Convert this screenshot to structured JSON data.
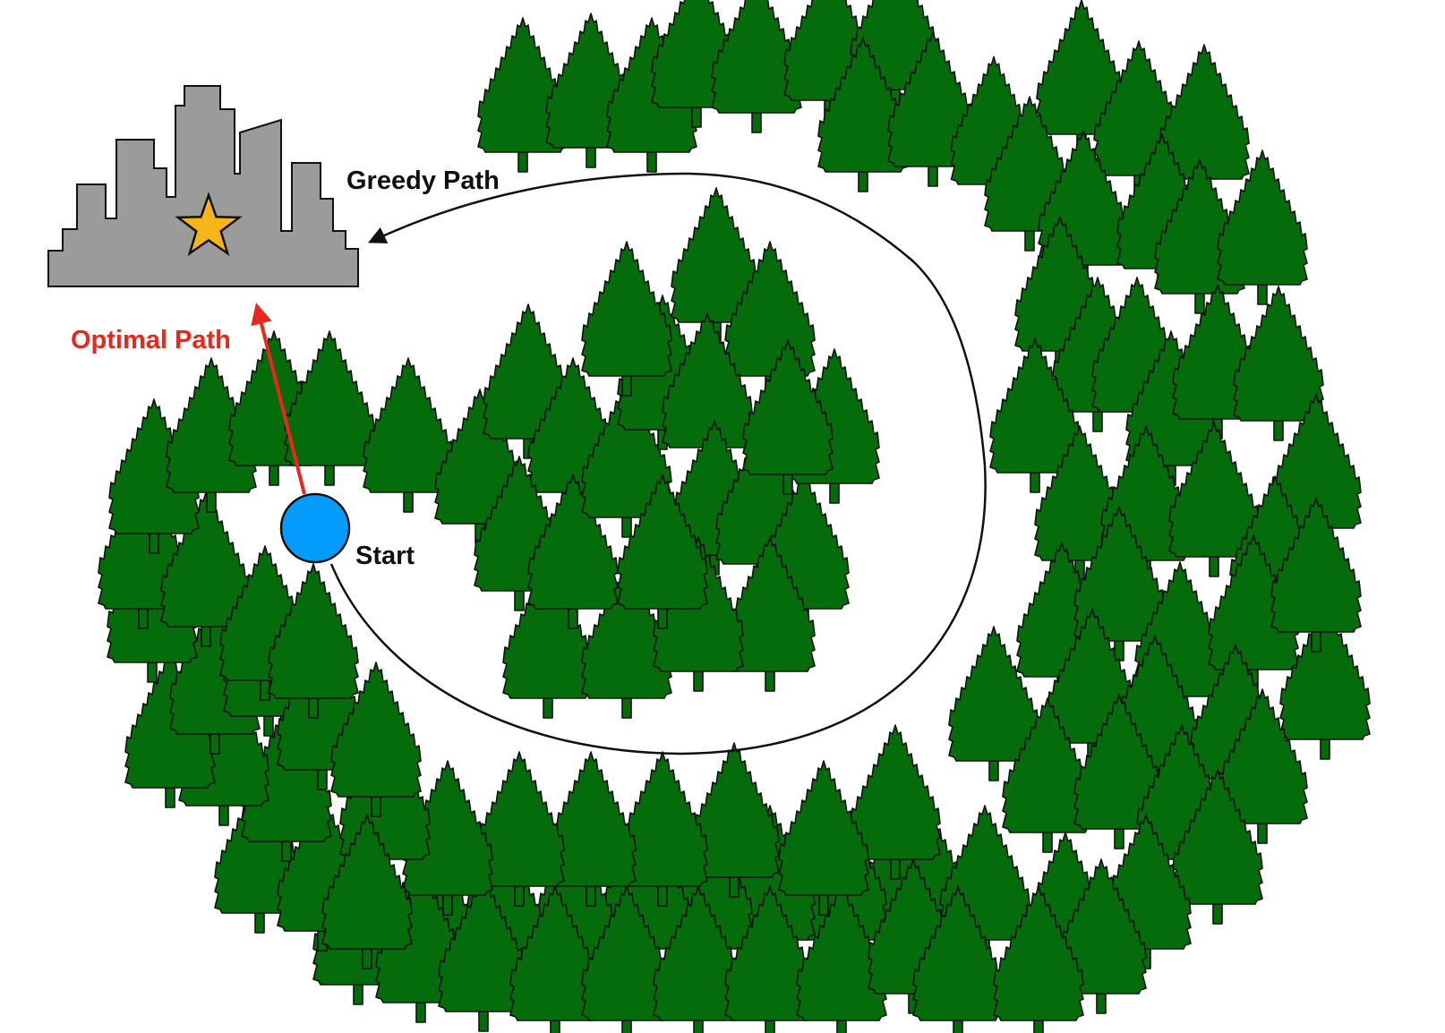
{
  "labels": {
    "greedy_path": "Greedy Path",
    "optimal_path": "Optimal Path",
    "start": "Start"
  },
  "colors": {
    "tree_fill": "#046c0a",
    "tree_stroke": "#111111",
    "city_fill": "#9b9b9b",
    "star_fill": "#f7b51b",
    "start_fill": "#049cfc",
    "optimal_path": "#e8281c",
    "greedy_path": "#111111",
    "background": "#ffffff"
  },
  "icons": {
    "tree": "pine-tree-icon",
    "goal": "star-icon",
    "city": "city-skyline-icon",
    "agent": "circle-icon"
  }
}
